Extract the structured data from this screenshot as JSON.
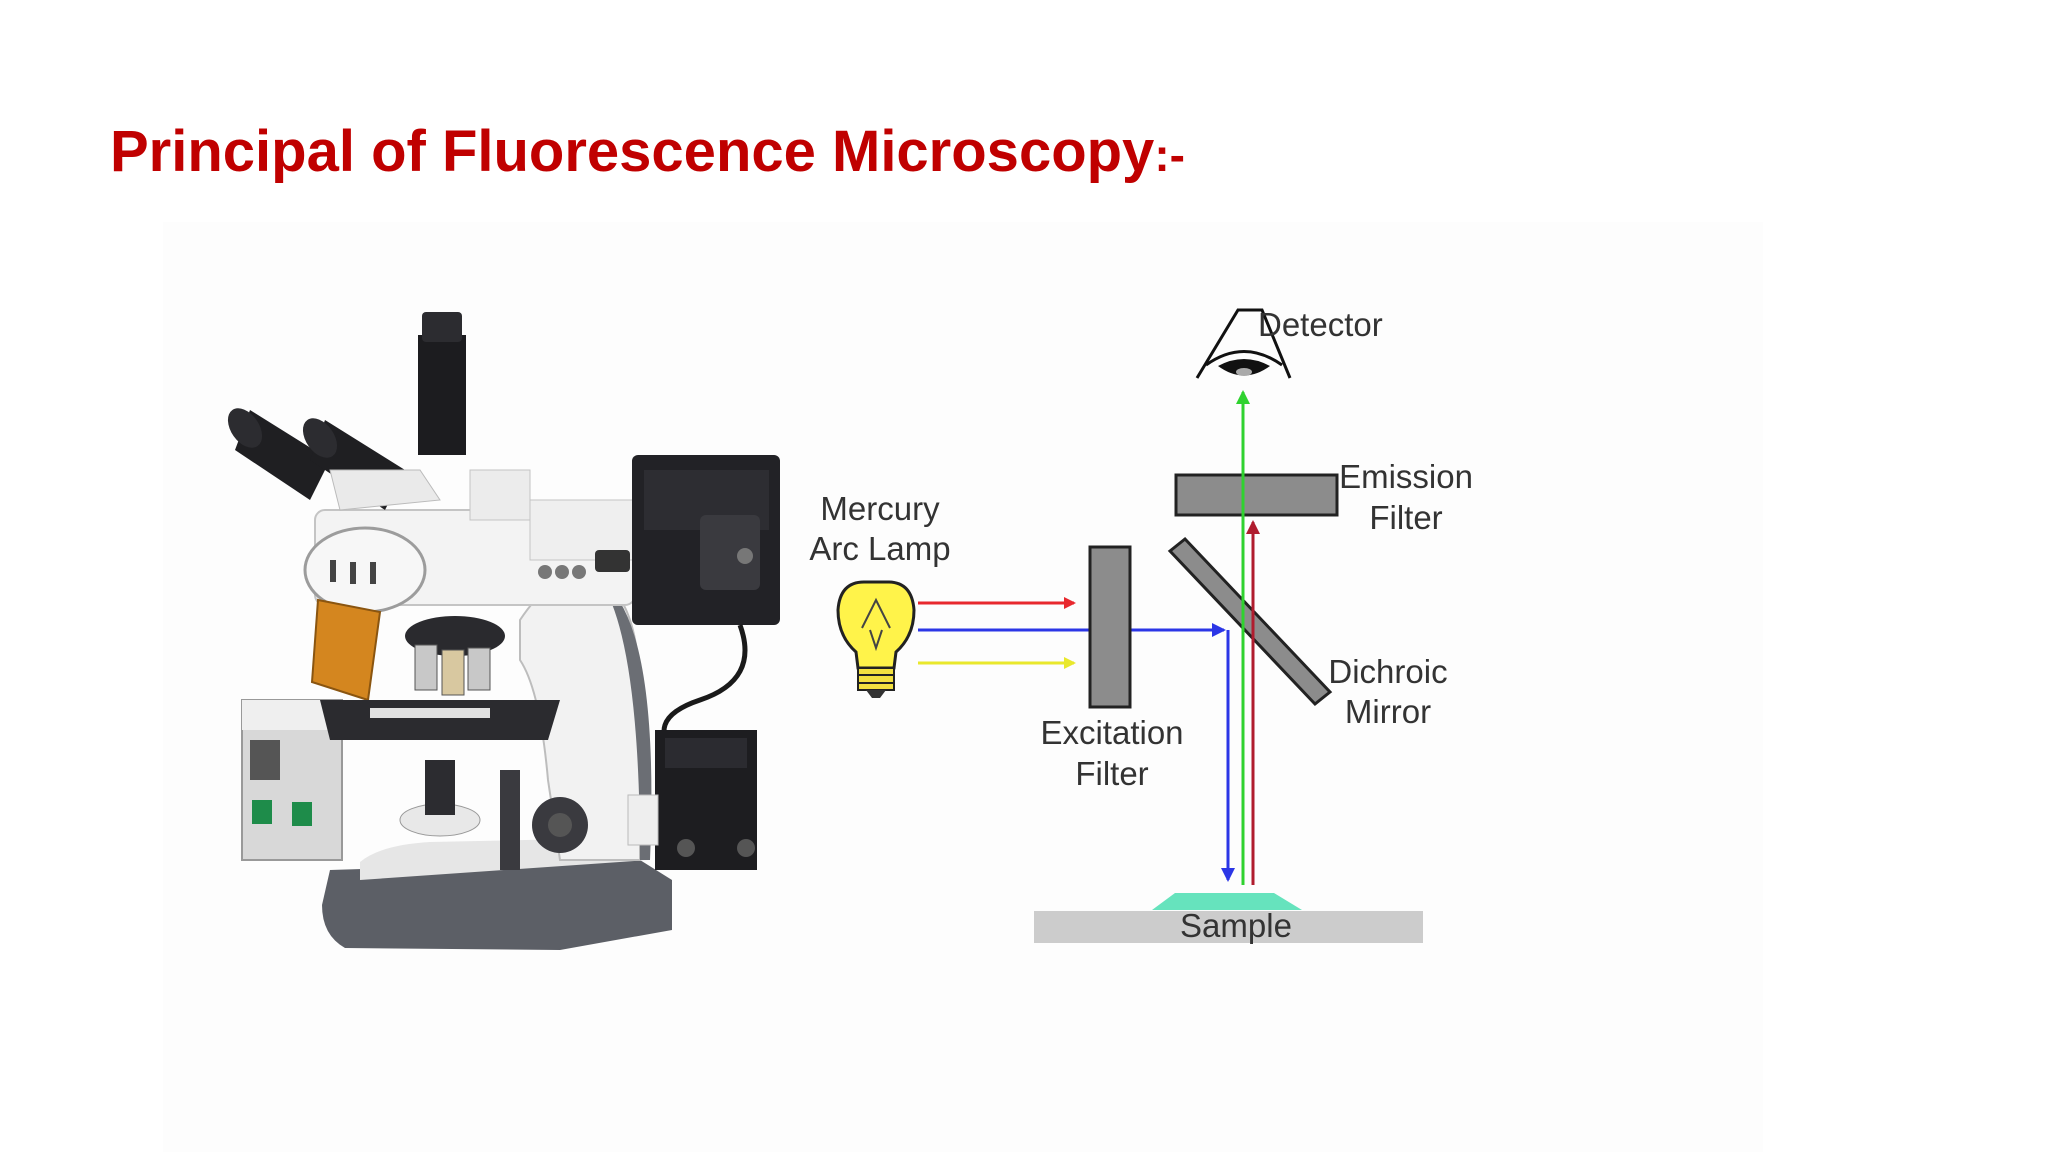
{
  "slide": {
    "title": "Principal of Fluorescence Microscopy",
    "title_suffix": ":-"
  },
  "diagram": {
    "labels": {
      "lamp_line1": "Mercury",
      "lamp_line2": "Arc Lamp",
      "detector": "Detector",
      "emission_line1": "Emission",
      "emission_line2": "Filter",
      "dichroic_line1": "Dichroic",
      "dichroic_line2": "Mirror",
      "excitation_line1": "Excitation",
      "excitation_line2": "Filter",
      "sample": "Sample"
    },
    "colors": {
      "title": "#c00000",
      "red_beam": "#e8282e",
      "blue_beam": "#2b36e6",
      "yellow_beam": "#e9e82c",
      "green_beam": "#2fd22f",
      "dark_red_beam": "#b01c2e",
      "filter_fill": "#8c8c8c",
      "sample_stage": "#cccccc",
      "specimen": "#66e3bd",
      "bulb": "#fff34a"
    }
  }
}
